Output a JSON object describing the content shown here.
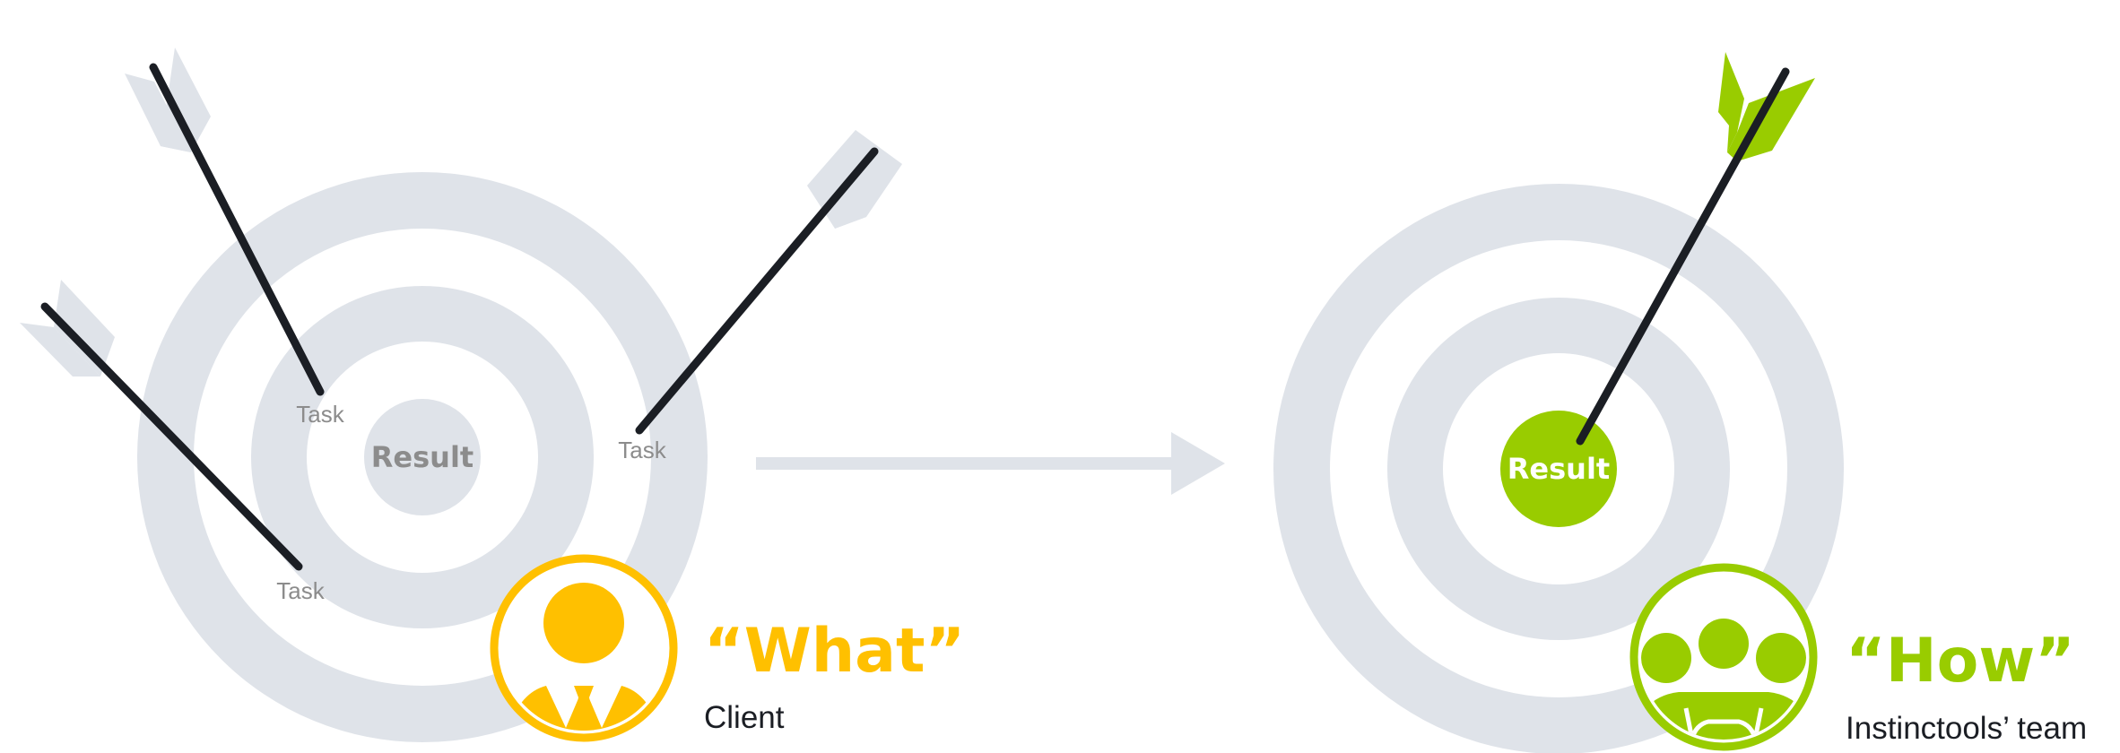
{
  "left": {
    "tasks": [
      "Task",
      "Task",
      "Task"
    ],
    "result": "Result",
    "quote": "“What”",
    "role": "Client"
  },
  "right": {
    "result": "Result",
    "quote": "“How”",
    "role": "Instinctools’ team"
  },
  "colors": {
    "ring": "#dfe3e9",
    "arrow_shaft": "#1b1e24",
    "fletching_grey": "#dfe3e9",
    "client_yellow": "#ffc000",
    "team_green": "#99cc00",
    "result_grey_text": "#8c8c8c",
    "result_white_text": "#ffffff"
  },
  "icons": [
    "person-with-tie-icon",
    "group-of-three-people-icon",
    "process-arrow-icon"
  ]
}
